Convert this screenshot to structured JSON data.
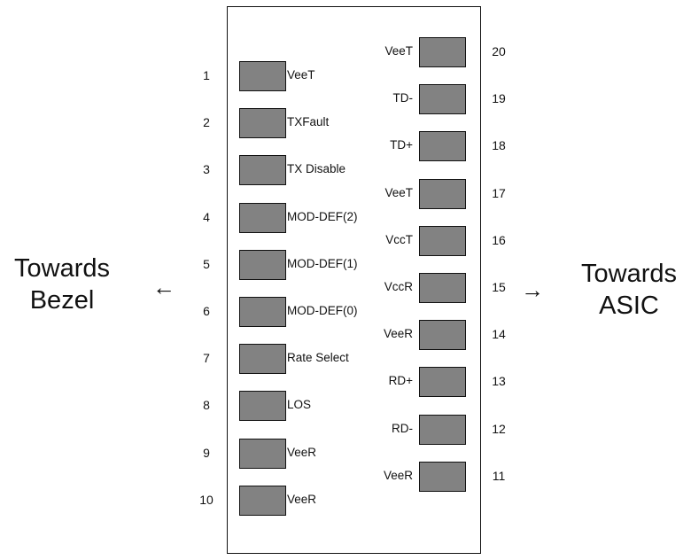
{
  "left_side": {
    "title_line1": "Towards",
    "title_line2": "Bezel",
    "arrow": "←"
  },
  "right_side": {
    "title_line1": "Towards",
    "title_line2": "ASIC",
    "arrow": "→"
  },
  "left_pins": [
    {
      "number": "1",
      "label": "VeeT"
    },
    {
      "number": "2",
      "label": "TXFault"
    },
    {
      "number": "3",
      "label": "TX Disable"
    },
    {
      "number": "4",
      "label": "MOD-DEF(2)"
    },
    {
      "number": "5",
      "label": "MOD-DEF(1)"
    },
    {
      "number": "6",
      "label": "MOD-DEF(0)"
    },
    {
      "number": "7",
      "label": "Rate Select"
    },
    {
      "number": "8",
      "label": "LOS"
    },
    {
      "number": "9",
      "label": "VeeR"
    },
    {
      "number": "10",
      "label": "VeeR"
    }
  ],
  "right_pins": [
    {
      "number": "20",
      "label": "VeeT"
    },
    {
      "number": "19",
      "label": "TD-"
    },
    {
      "number": "18",
      "label": "TD+"
    },
    {
      "number": "17",
      "label": "VeeT"
    },
    {
      "number": "16",
      "label": "VccT"
    },
    {
      "number": "15",
      "label": "VccR"
    },
    {
      "number": "14",
      "label": "VeeR"
    },
    {
      "number": "13",
      "label": "RD+"
    },
    {
      "number": "12",
      "label": "RD-"
    },
    {
      "number": "11",
      "label": "VeeR"
    }
  ],
  "colors": {
    "pin_fill": "#828282",
    "stroke": "#111111",
    "background": "#ffffff"
  }
}
